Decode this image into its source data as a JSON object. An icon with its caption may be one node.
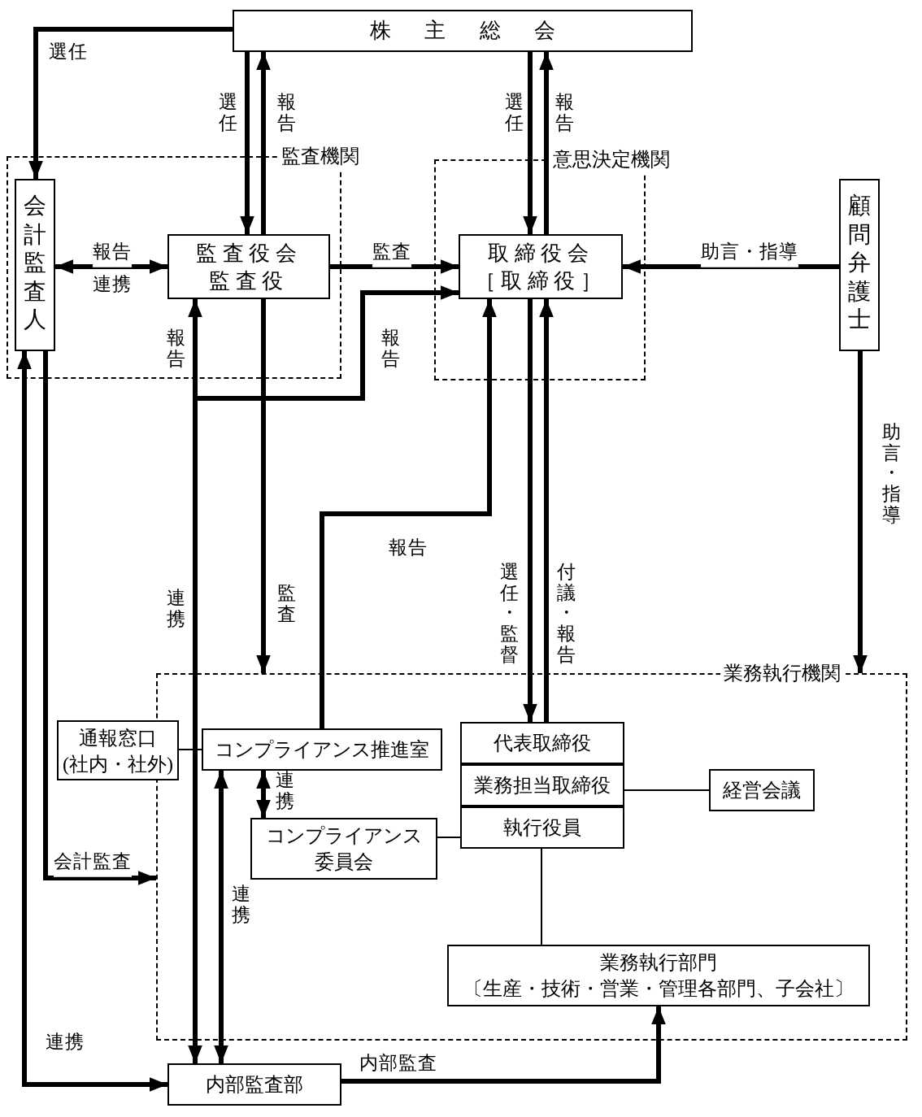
{
  "diagram": {
    "nodes": [
      {
        "text": [
          "株主総会"
        ]
      },
      {
        "text": [
          "監査機関"
        ]
      },
      {
        "text": [
          "会計監査人"
        ],
        "in": 1
      },
      {
        "text": [
          "監査役会",
          "監査役"
        ],
        "in": 1
      },
      {
        "text": [
          "意思決定機関"
        ]
      },
      {
        "text": [
          "取締役会",
          "［取締役］"
        ],
        "in": 4
      },
      {
        "text": [
          "顧問弁護士"
        ]
      },
      {
        "text": [
          "業務執行機関"
        ]
      },
      {
        "text": [
          "通報窓口",
          "(社内・社外)"
        ]
      },
      {
        "text": [
          "コンプライアンス推進室"
        ],
        "in": 7
      },
      {
        "text": [
          "代表取締役"
        ],
        "in": 7
      },
      {
        "text": [
          "業務担当取締役"
        ],
        "in": 7
      },
      {
        "text": [
          "執行役員"
        ],
        "in": 7
      },
      {
        "text": [
          "経営会議"
        ],
        "in": 7
      },
      {
        "text": [
          "コンプライアンス委員会"
        ],
        "in": 7
      },
      {
        "text": [
          "業務執行部門",
          "〔生産・技術・営業・管理各部門、子会社〕"
        ],
        "in": 7
      },
      {
        "text": [
          "内部監査部"
        ]
      }
    ],
    "edges": [
      {
        "from": 0,
        "to": 2,
        "arrow": "to",
        "label": "選任"
      },
      {
        "from": 0,
        "to": 3,
        "arrow": "to",
        "label": "選任"
      },
      {
        "from": 3,
        "to": 0,
        "arrow": "to",
        "label": "報告"
      },
      {
        "from": 0,
        "to": 5,
        "arrow": "to",
        "label": "選任"
      },
      {
        "from": 5,
        "to": 0,
        "arrow": "to",
        "label": "報告"
      },
      {
        "from": 2,
        "to": 3,
        "arrow": "both",
        "label": "報告"
      },
      {
        "from": 3,
        "to": 5,
        "arrow": "to",
        "label": "監査"
      },
      {
        "from": 6,
        "to": 5,
        "arrow": "to",
        "label": "助言・指導"
      },
      {
        "from": 16,
        "to": 3,
        "arrow": "both",
        "label": "連携"
      },
      {
        "from": 16,
        "to": 5,
        "arrow": "to",
        "label": "報告"
      },
      {
        "from": 3,
        "to": 7,
        "arrow": "to",
        "label": "監査"
      },
      {
        "from": 9,
        "to": 5,
        "arrow": "to",
        "label": "報告"
      },
      {
        "from": 5,
        "to": 10,
        "arrow": "to",
        "label": "選任・監督"
      },
      {
        "from": 10,
        "to": 5,
        "arrow": "to",
        "label": "付議・報告"
      },
      {
        "from": 6,
        "to": 7,
        "arrow": "to",
        "label": "助言・指導"
      },
      {
        "from": 2,
        "to": 7,
        "arrow": "to",
        "label": "会計監査"
      },
      {
        "from": 16,
        "to": 2,
        "arrow": "both",
        "label": "連携"
      },
      {
        "from": 9,
        "to": 16,
        "arrow": "both",
        "label": "連携"
      },
      {
        "from": 9,
        "to": 14,
        "arrow": "both",
        "label": "連携"
      },
      {
        "from": 8,
        "to": 9,
        "arrow": "none"
      },
      {
        "from": 14,
        "to": 12,
        "arrow": "none"
      },
      {
        "from": 11,
        "to": 13,
        "arrow": "none"
      },
      {
        "from": 12,
        "to": 15,
        "arrow": "none"
      },
      {
        "from": 16,
        "to": 15,
        "arrow": "to",
        "label": "内部監査"
      }
    ],
    "labels": [
      "連携",
      "報告"
    ]
  }
}
